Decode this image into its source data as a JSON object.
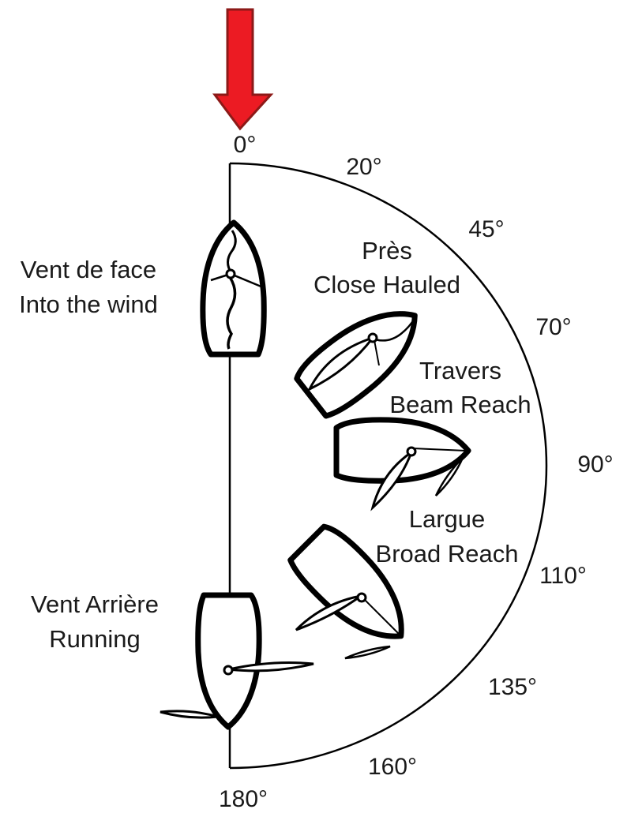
{
  "diagram": {
    "type": "points-of-sail",
    "wind_arrow": {
      "icon": "red-down-arrow",
      "meaning": "wind direction"
    },
    "angles": [
      "0°",
      "20°",
      "45°",
      "70°",
      "90°",
      "110°",
      "135°",
      "160°",
      "180°"
    ],
    "points_of_sail": [
      {
        "fr": "Vent de face",
        "en": "Into the wind",
        "angle_deg": 0
      },
      {
        "fr": "Près",
        "en": "Close Hauled",
        "angle_deg": 45
      },
      {
        "fr": "Travers",
        "en": "Beam Reach",
        "angle_deg": 90
      },
      {
        "fr": "Largue",
        "en": "Broad Reach",
        "angle_deg": 135
      },
      {
        "fr": "Vent Arrière",
        "en": "Running",
        "angle_deg": 180
      }
    ],
    "colors": {
      "arrow_fill": "#EC1B23",
      "arrow_outline": "#8C1A18",
      "ink": "#000000",
      "background": "#FFFFFF"
    }
  }
}
